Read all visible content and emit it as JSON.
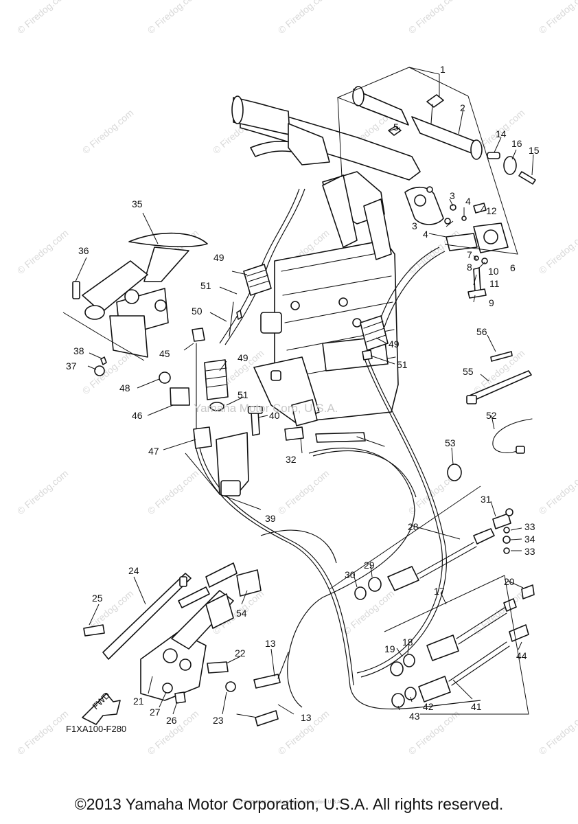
{
  "watermark": {
    "tile_text": "© Firedog.com",
    "center_text": "Yamaha Motor Corp, U.S.A."
  },
  "diagram": {
    "code": "F1XA100-F280",
    "fwd_label": "FWD",
    "callouts": [
      "1",
      "2",
      "3",
      "3",
      "4",
      "4",
      "5",
      "6",
      "7",
      "8",
      "9",
      "10",
      "11",
      "12",
      "13",
      "13",
      "14",
      "15",
      "16",
      "17",
      "18",
      "19",
      "20",
      "21",
      "22",
      "23",
      "24",
      "25",
      "26",
      "27",
      "28",
      "29",
      "30",
      "31",
      "32",
      "33",
      "33",
      "34",
      "35",
      "36",
      "37",
      "38",
      "39",
      "40",
      "41",
      "42",
      "43",
      "44",
      "45",
      "46",
      "47",
      "48",
      "49",
      "49",
      "49",
      "50",
      "51",
      "51",
      "51",
      "52",
      "53",
      "54",
      "55",
      "56"
    ]
  },
  "footer": {
    "copyright": "©2013 Yamaha Motor Corporation, U.S.A. All rights reserved.",
    "smallprint": "(c) 2000-2015 Yamaha Motor Corporation, U.S.A."
  }
}
